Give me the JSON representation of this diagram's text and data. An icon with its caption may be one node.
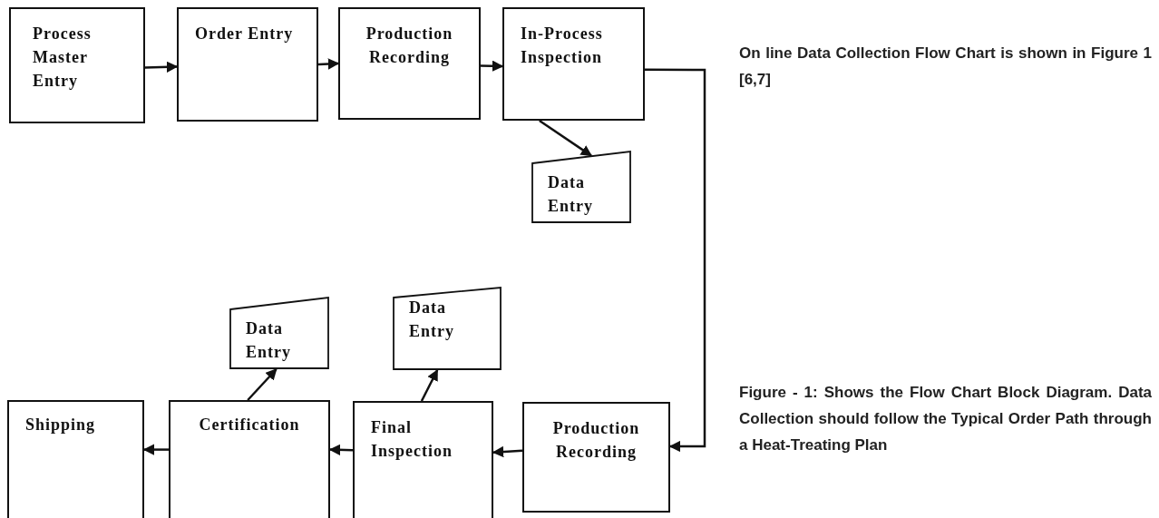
{
  "diagram": {
    "caption": "Figure - 1: Shows the Flow Chart Block Diagram. Data Collection should follow the Typical Order Path through a Heat-Treating Plan",
    "nodes": [
      {
        "text": [
          "Process Master Entry"
        ]
      },
      {
        "text": [
          "Order Entry"
        ]
      },
      {
        "text": [
          "Production Recording"
        ]
      },
      {
        "text": [
          "In-Process Inspection"
        ]
      },
      {
        "text": [
          "Data Entry"
        ]
      },
      {
        "text": [
          "Shipping"
        ]
      },
      {
        "text": [
          "Certification"
        ]
      },
      {
        "text": [
          "Data Entry"
        ]
      },
      {
        "text": [
          "Final Inspection"
        ]
      },
      {
        "text": [
          "Data Entry"
        ]
      },
      {
        "text": [
          "Production Recording"
        ]
      }
    ],
    "edges": [
      {
        "from": 0,
        "to": 1,
        "arrow": "to"
      },
      {
        "from": 1,
        "to": 2,
        "arrow": "to"
      },
      {
        "from": 2,
        "to": 3,
        "arrow": "to"
      },
      {
        "from": 3,
        "to": 4,
        "arrow": "to"
      },
      {
        "from": 3,
        "to": 10,
        "arrow": "to"
      },
      {
        "from": 10,
        "to": 8,
        "arrow": "to"
      },
      {
        "from": 8,
        "to": 6,
        "arrow": "to"
      },
      {
        "from": 6,
        "to": 5,
        "arrow": "to"
      },
      {
        "from": 6,
        "to": 7,
        "arrow": "to"
      },
      {
        "from": 8,
        "to": 9,
        "arrow": "to"
      }
    ],
    "labels": [
      "On line Data Collection Flow Chart is shown in Figure 1 [6,7]"
    ]
  }
}
